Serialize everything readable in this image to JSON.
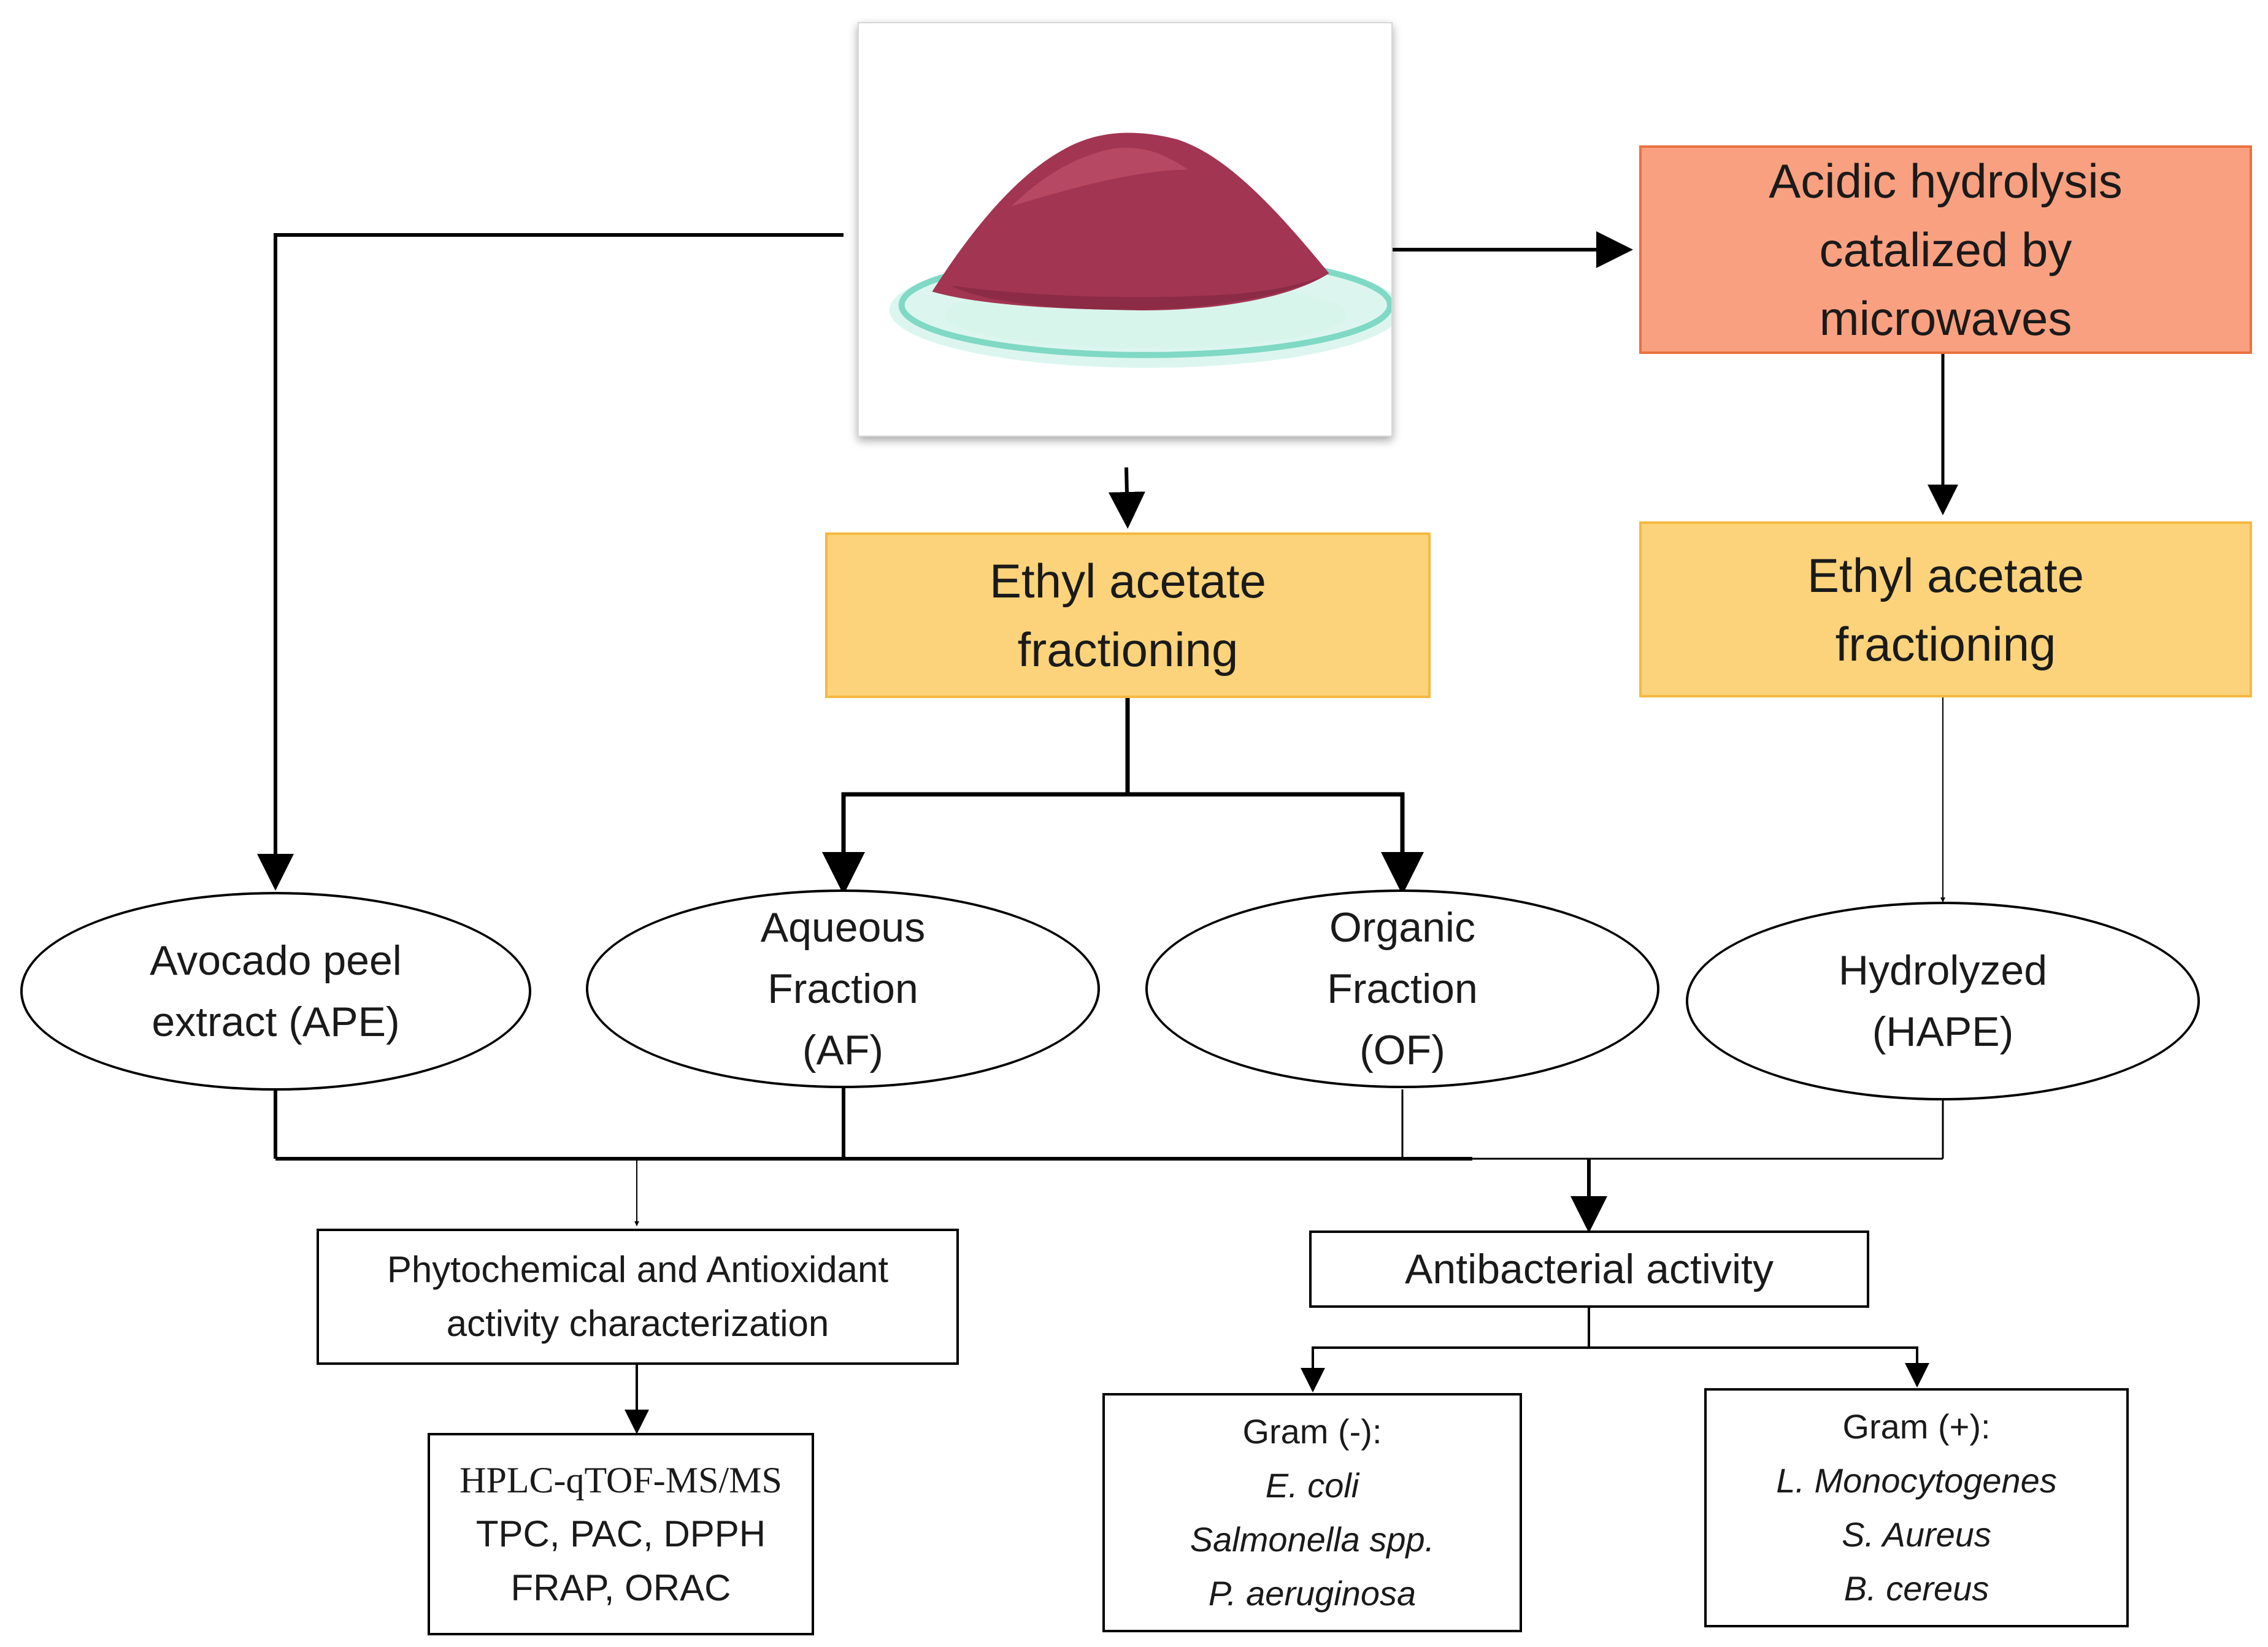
{
  "colors": {
    "hydrolysis_fill": "#f9a080",
    "hydrolysis_border": "#e9713f",
    "fractioning_fill": "#fcd37a",
    "fractioning_border": "#f5b940",
    "powder": "#a23552",
    "dish": "#7fd9c4",
    "line": "#000000"
  },
  "photo": {
    "icon": "powder-dish-image"
  },
  "hydrolysis": {
    "lines": [
      "Acidic hydrolysis",
      "catalized by",
      "microwaves"
    ]
  },
  "fractioning_center": {
    "lines": [
      "Ethyl acetate",
      "fractioning"
    ]
  },
  "fractioning_right": {
    "lines": [
      "Ethyl acetate",
      "fractioning"
    ]
  },
  "ellipses": {
    "ape": {
      "lines": [
        "Avocado peel",
        "extract (APE)"
      ]
    },
    "af": {
      "lines": [
        "Aqueous",
        "Fraction",
        "(AF)"
      ]
    },
    "of": {
      "lines": [
        "Organic",
        "Fraction",
        "(OF)"
      ]
    },
    "hape": {
      "lines": [
        "Hydrolyzed",
        "(HAPE)"
      ]
    }
  },
  "characterization": {
    "lines": [
      "Phytochemical and Antioxidant",
      "activity characterization"
    ]
  },
  "methods": {
    "lines": [
      "HPLC-qTOF-MS/MS",
      "TPC, PAC, DPPH",
      "FRAP, ORAC"
    ]
  },
  "antibacterial": {
    "label": "Antibacterial activity"
  },
  "gram_negative": {
    "header": "Gram (-):",
    "species": [
      "E. coli",
      "Salmonella spp.",
      "P. aeruginosa"
    ]
  },
  "gram_positive": {
    "header": "Gram (+):",
    "species": [
      "L. Monocytogenes",
      "S. Aureus",
      "B. cereus"
    ]
  }
}
